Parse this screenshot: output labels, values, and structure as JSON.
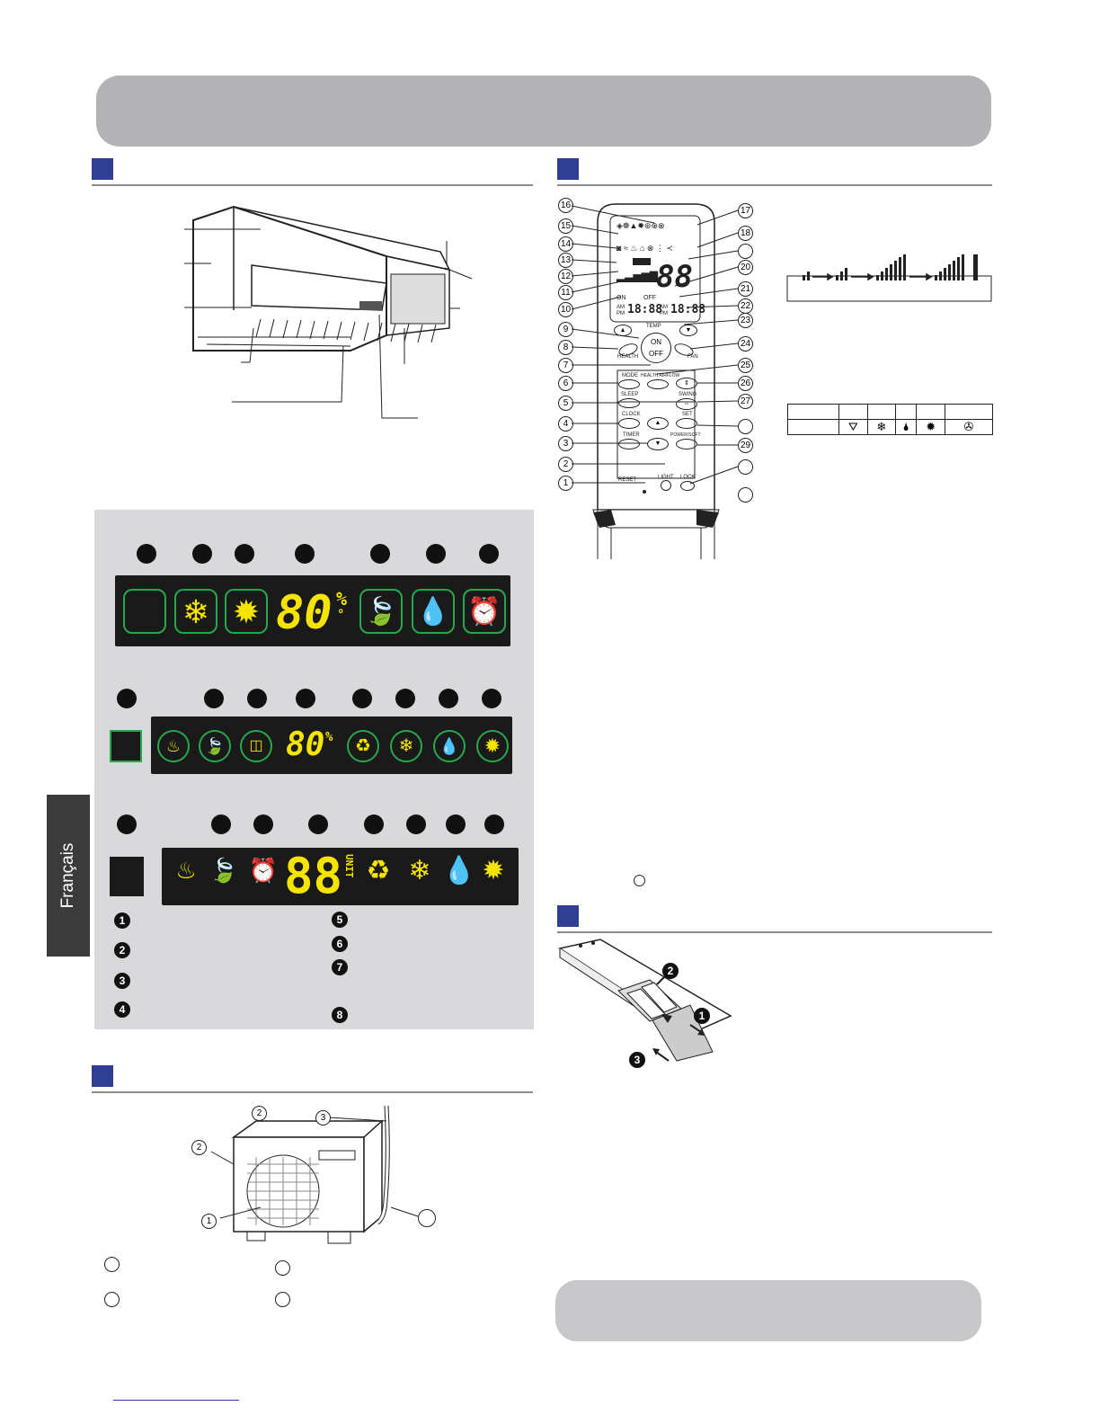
{
  "tab": {
    "language": "Français"
  },
  "remote_labels": {
    "temp": "TEMP",
    "on": "ON",
    "off": "OFF",
    "health": "HEALTH",
    "fan": "FAN",
    "mode": "MODE",
    "health_airflow": "HEALTH AIRFLOW",
    "sleep": "SLEEP",
    "swing": "SWING",
    "clock": "CLOCK",
    "set": "SET",
    "timer": "TIMER",
    "power_soft": "POWER/SOFT",
    "reset": "RESET",
    "light": "LIGHT",
    "lock": "LOCK",
    "lcd_digits": "88",
    "lcd_time": "18:88",
    "am": "AM",
    "pm": "PM",
    "on_timer": "ON",
    "off_timer": "OFF"
  },
  "callouts_left": [
    "16",
    "15",
    "14",
    "13",
    "12",
    "11",
    "10",
    "9",
    "8",
    "7",
    "6",
    "5",
    "4",
    "3",
    "2",
    "1"
  ],
  "callouts_right": [
    "17",
    "18",
    "",
    "20",
    "21",
    "22",
    "23",
    "24",
    "25",
    "26",
    "27",
    "",
    "29",
    "",
    ""
  ],
  "displays": {
    "d1_value": "80",
    "d1_pct": "%",
    "d1_deg": "°",
    "d2_value": "80",
    "d2_pct": "%",
    "d3_value": "88",
    "d3_unit": "UNIT"
  },
  "legend_numbers": [
    "1",
    "2",
    "3",
    "4",
    "5",
    "6",
    "7",
    "8"
  ],
  "outdoor_callouts": [
    "1",
    "2",
    "2",
    "3"
  ],
  "battery_callouts": [
    "2",
    "1",
    "3"
  ],
  "colors": {
    "accent": "#2f3f93",
    "display_green": "#27a84a",
    "display_yellow": "#f4e400"
  }
}
